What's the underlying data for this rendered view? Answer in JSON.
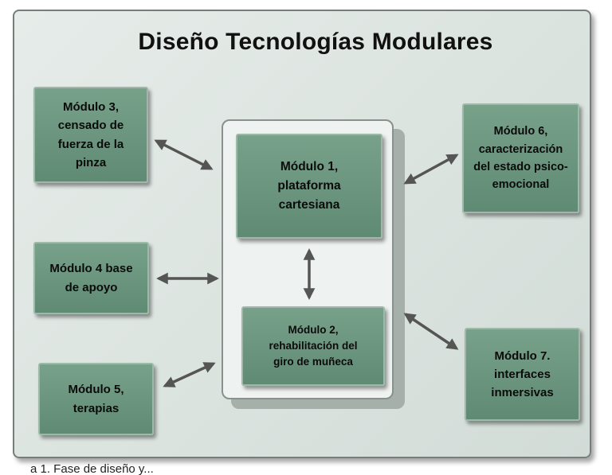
{
  "diagram": {
    "title": "Diseño Tecnologías Modulares",
    "modules": {
      "m1": "Módulo 1,\nplataforma\ncartesiana",
      "m2": "Módulo 2,\nrehabilitación del\ngiro de muñeca",
      "m3": "Módulo 3,\ncensado de\nfuerza de la\npinza",
      "m4": "Módulo 4 base\nde apoyo",
      "m5": "Módulo 5,\nterapias",
      "m6": "Módulo 6,\ncaracterización\ndel estado psico-\nemocional",
      "m7": "Módulo 7.\ninterfaces\ninmersivas"
    },
    "colors": {
      "module_fill": "#6b9580",
      "arrow": "#555555",
      "frame": "#777d7a"
    }
  },
  "caption_fragment": "a 1. Fase de diseño y..."
}
